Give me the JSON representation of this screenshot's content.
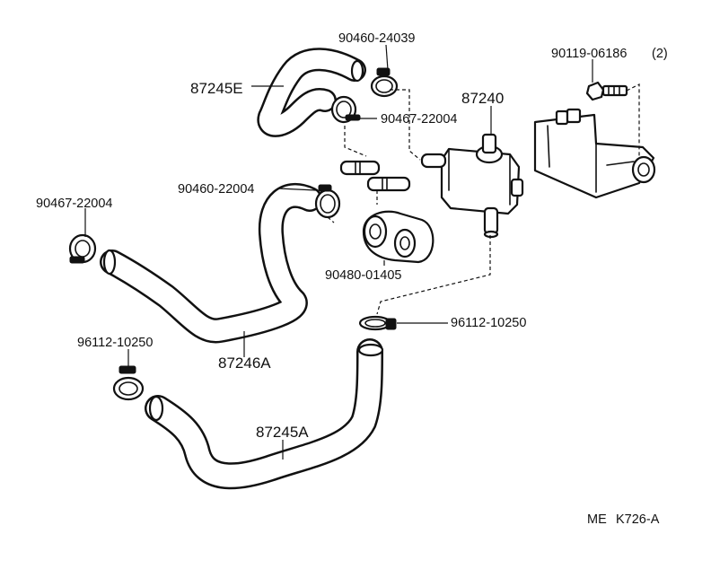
{
  "diagram": {
    "labels": {
      "p_90460_24039": "90460-24039",
      "p_87245E": "87245E",
      "p_90467_22004_top": "90467-22004",
      "p_87240": "87240",
      "p_90119_06186": "90119-06186",
      "p_90119_qty": "(2)",
      "p_90460_22004": "90460-22004",
      "p_90467_22004_left": "90467-22004",
      "p_90480_01405": "90480-01405",
      "p_96112_10250_right": "96112-10250",
      "p_96112_10250_left": "96112-10250",
      "p_87246A": "87246A",
      "p_87245A": "87245A"
    },
    "code_left": "ME",
    "code_right": "K726-A"
  }
}
